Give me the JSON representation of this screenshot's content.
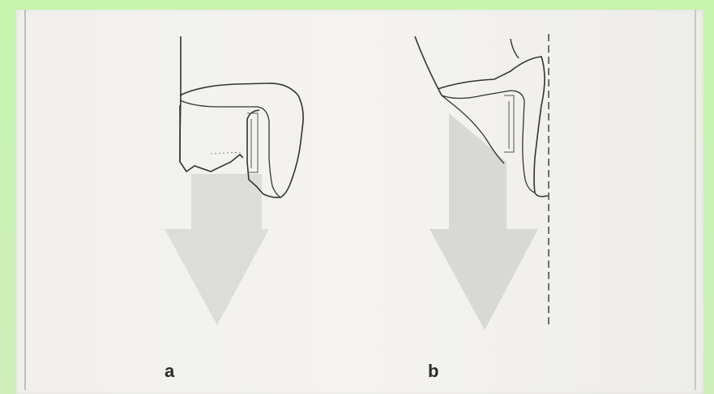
{
  "figure": {
    "panels": [
      {
        "id": "a",
        "label": "a"
      },
      {
        "id": "b",
        "label": "b"
      }
    ]
  },
  "colors": {
    "background": "#c9f2b2",
    "paper": "#f2f1ed",
    "line": "#3a3a3a",
    "arrow": "#d9d9d6"
  }
}
